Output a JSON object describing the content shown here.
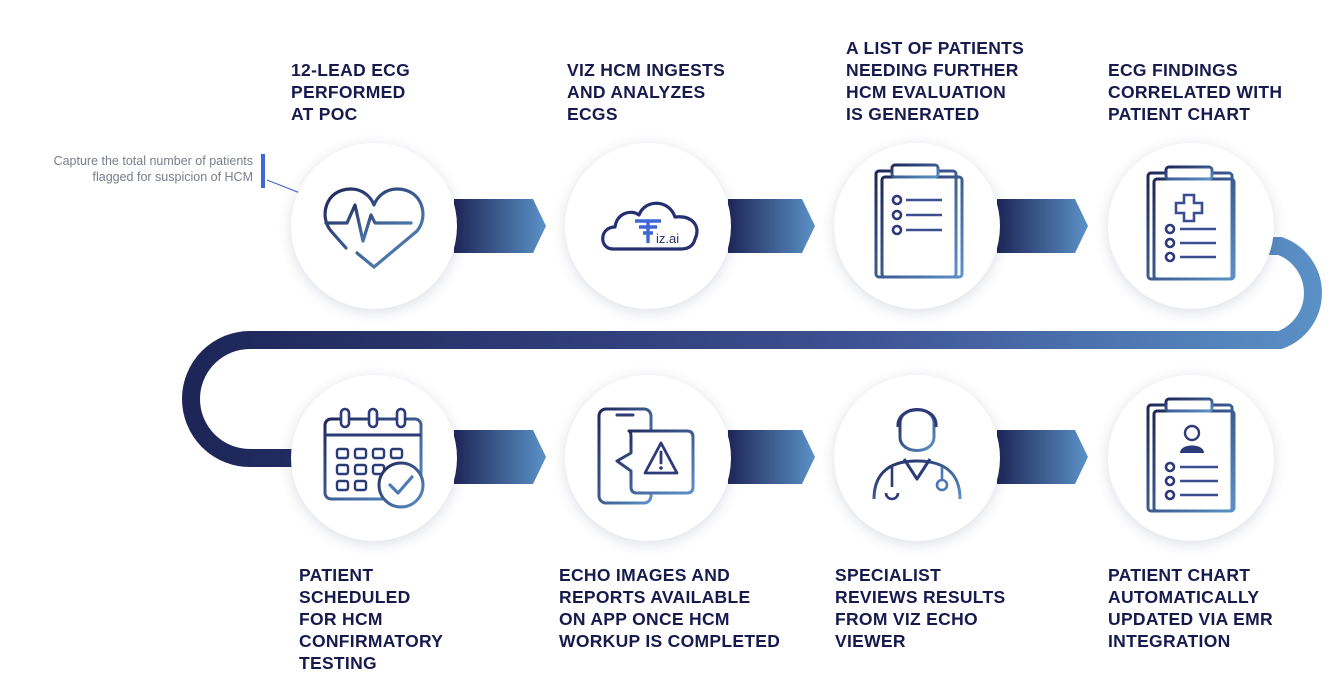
{
  "annotation": {
    "lines": [
      "Capture the total number of patients",
      "flagged for suspicion of HCM"
    ]
  },
  "steps": [
    {
      "icon": "heart-pulse-icon",
      "lines": [
        "12-LEAD ECG",
        "PERFORMED",
        "AT POC"
      ]
    },
    {
      "icon": "vizai-cloud-icon",
      "logo_text": "iz.ai",
      "lines": [
        "VIZ HCM INGESTS",
        "AND ANALYZES",
        "ECGS"
      ]
    },
    {
      "icon": "clipboard-list-icon",
      "lines": [
        "A LIST OF PATIENTS",
        "NEEDING FURTHER",
        "HCM EVALUATION",
        "IS GENERATED"
      ]
    },
    {
      "icon": "clipboard-medical-icon",
      "lines": [
        "ECG FINDINGS",
        "CORRELATED WITH",
        "PATIENT CHART"
      ]
    },
    {
      "icon": "clipboard-patient-icon",
      "lines": [
        "PATIENT CHART",
        "AUTOMATICALLY",
        "UPDATED VIA EMR",
        "INTEGRATION"
      ]
    },
    {
      "icon": "doctor-icon",
      "lines": [
        "SPECIALIST",
        "REVIEWS RESULTS",
        "FROM VIZ ECHO",
        "VIEWER"
      ]
    },
    {
      "icon": "phone-alert-icon",
      "lines": [
        "ECHO IMAGES AND",
        "REPORTS AVAILABLE",
        "ON APP ONCE HCM",
        "WORKUP IS COMPLETED"
      ]
    },
    {
      "icon": "calendar-check-icon",
      "lines": [
        "PATIENT",
        "SCHEDULED",
        "FOR HCM",
        "CONFIRMATORY",
        "TESTING"
      ]
    }
  ],
  "colors": {
    "dark": "#1e2658",
    "mid": "#3b4e8f",
    "light": "#5b92c8",
    "text": "#161a4d",
    "accent": "#3f67d6"
  }
}
